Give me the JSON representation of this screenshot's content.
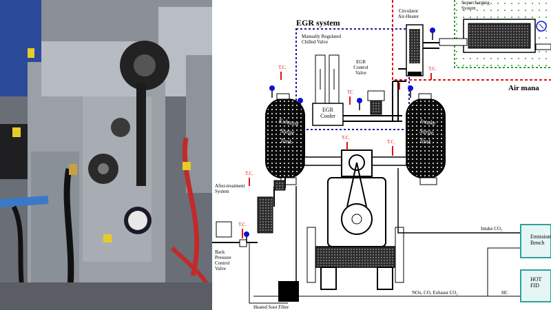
{
  "diagram": {
    "egr_system": "EGR system",
    "chilled_valve": [
      "Manually Regulated",
      "Chilled Valve"
    ],
    "egr_control_valve": [
      "EGR",
      "Control",
      "Valve"
    ],
    "egr_cooler": [
      "EGR",
      "Cooler"
    ],
    "circulator_air_heater": [
      "Circulator",
      "Air-Heater"
    ],
    "air_manifold": "Air mana",
    "supercharging_system": [
      "Supercharging",
      "System"
    ],
    "exhaust_surge_tank": [
      "Exhaust",
      "Surge",
      "Tank"
    ],
    "intake_surge_tank": [
      "Intake",
      "Surge",
      "Tank"
    ],
    "after_treatment_system": [
      "After-treatment",
      "System"
    ],
    "back_pressure_valve": [
      "Back",
      "Pressure",
      "Control",
      "Valve"
    ],
    "heated_soot_filter": "Heated Soot Filter",
    "intake_co2": "Intake CO₂",
    "emission_bench": [
      "Emission",
      "Bench"
    ],
    "hot_fid": [
      "HOT",
      "FID"
    ],
    "exhaust_gas_line": "NOx, CO, Exhaust CO₂",
    "hc_line": "HC",
    "tc": "T.C.",
    "tc_short": "TC"
  },
  "colors": {
    "egr_boundary": "#1a1a8c",
    "air_manifold_boundary": "#e01010",
    "supercharging_boundary": "#2e9e2e",
    "thermocouple": "#e01010",
    "pressure_sensor": "#1010d0",
    "analyzer_box": "#2aa39a"
  }
}
